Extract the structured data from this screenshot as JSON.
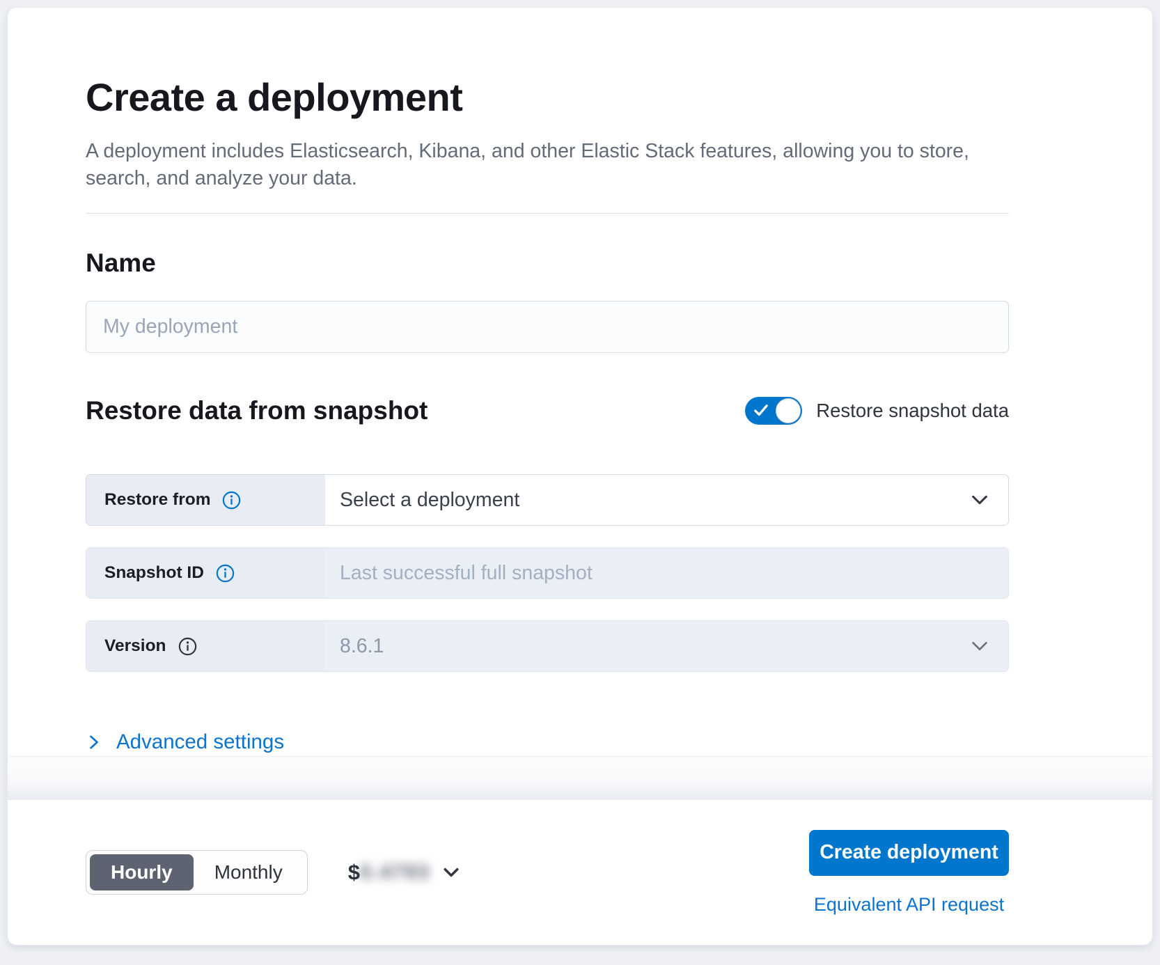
{
  "header": {
    "title": "Create a deployment",
    "subtitle": "A deployment includes Elasticsearch, Kibana, and other Elastic Stack features, allowing you to store, search, and analyze your data."
  },
  "name_section": {
    "heading": "Name",
    "placeholder": "My deployment"
  },
  "snapshot_section": {
    "heading": "Restore data from snapshot",
    "toggle_label": "Restore snapshot data",
    "toggle_state": "on",
    "rows": [
      {
        "label": "Restore from",
        "value": "Select a deployment",
        "control": "select",
        "state": "enabled"
      },
      {
        "label": "Snapshot ID",
        "placeholder": "Last successful full snapshot",
        "control": "text-input",
        "state": "disabled"
      },
      {
        "label": "Version",
        "value": "8.6.1",
        "control": "select",
        "state": "disabled"
      }
    ]
  },
  "advanced_settings": {
    "label": "Advanced settings"
  },
  "footer": {
    "billing_period": {
      "options": [
        "Hourly",
        "Monthly"
      ],
      "selected": "Hourly"
    },
    "price": {
      "currency": "$",
      "amount": "0.4793",
      "blurred": true
    },
    "create_button_label": "Create deployment",
    "api_link_label": "Equivalent API request"
  },
  "colors": {
    "primary_blue": "#0077cc",
    "link_blue": "#0b73d0",
    "selected_segment_gray": "#5d6370",
    "page_background": "#eef0f4"
  }
}
